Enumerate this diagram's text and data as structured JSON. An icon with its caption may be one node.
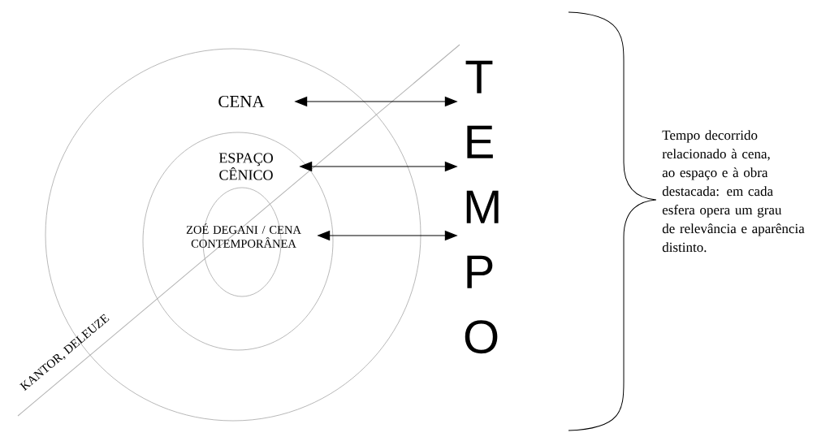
{
  "diagram": {
    "nodes": [
      {
        "text": [],
        "shape": "circle"
      },
      {
        "text": [],
        "shape": "circle",
        "in": 0
      },
      {
        "text": [],
        "shape": "circle",
        "in": 1
      },
      {
        "text": [
          "CENA"
        ],
        "in": 0
      },
      {
        "text": [
          "ESPAÇO CÊNICO"
        ],
        "in": 1
      },
      {
        "text": [
          "ZOÉ DEGANI / CENA CONTEMPORÂNEA"
        ],
        "in": 1
      },
      {
        "text": [
          "TEMPO"
        ]
      }
    ],
    "edges": [
      {
        "from": 3,
        "to": 6,
        "arrow": "both"
      },
      {
        "from": 4,
        "to": 6,
        "arrow": "both"
      },
      {
        "from": 5,
        "to": 6,
        "arrow": "both"
      }
    ],
    "labels": [
      "KANTOR, DELEUZE",
      "Tempo decorrido relacionado à cena, ao espaço e à obra destacada: em cada esfera opera um grau de relevância e aparência distinto."
    ]
  }
}
